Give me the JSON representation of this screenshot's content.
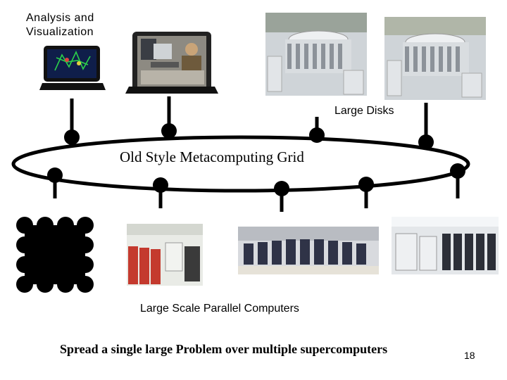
{
  "labels": {
    "analysis_line1": "Analysis and",
    "analysis_line2": "Visualization",
    "large_disks": "Large Disks",
    "grid_title": "Old Style Metacomputing Grid",
    "parallel_computers": "Large Scale Parallel Computers",
    "caption": "Spread a single large Problem over multiple supercomputers",
    "page_number": "18"
  },
  "colors": {
    "node": "#000000",
    "ring": "#000000",
    "laptop_screen": "#1a2a55",
    "molecule": "#2bd04a",
    "disk_room": "#c9cfd6",
    "cabinet_red": "#c43a2e",
    "cabinet_dark": "#2f3347"
  }
}
